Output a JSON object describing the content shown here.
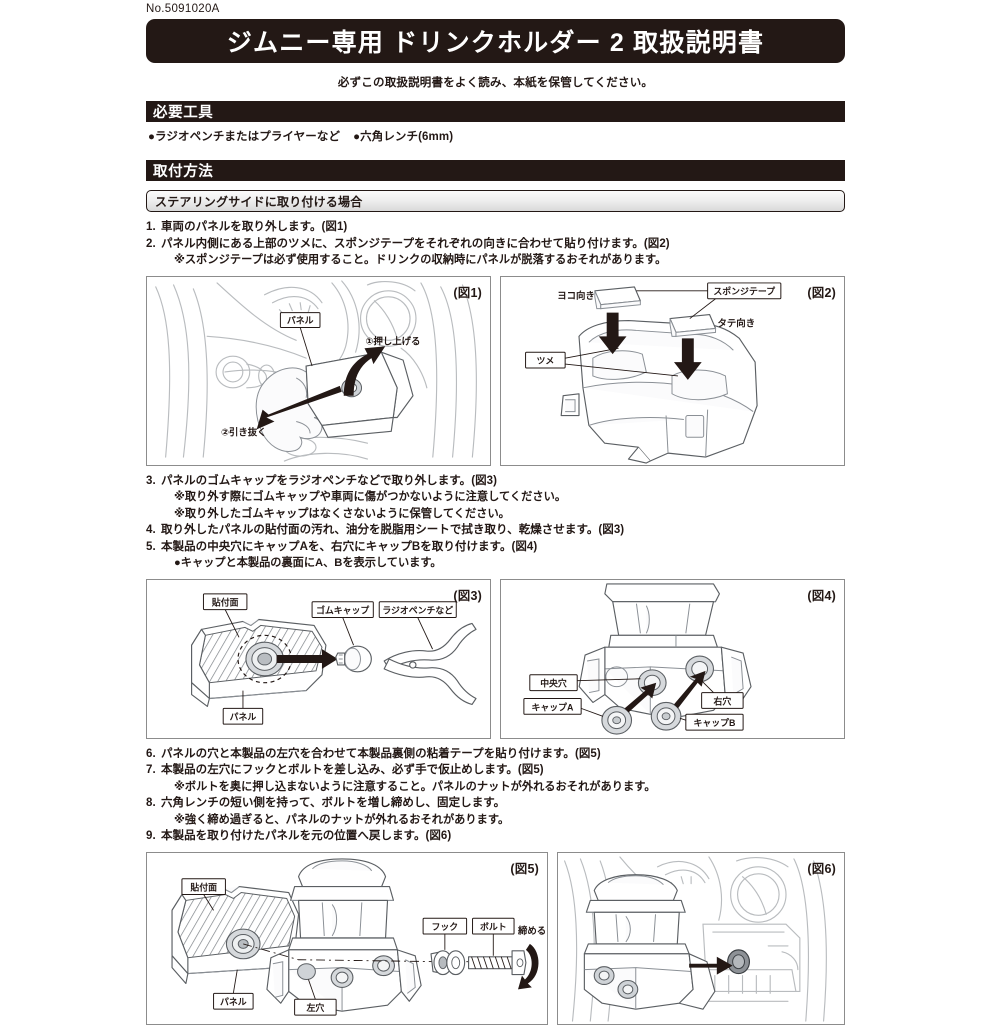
{
  "doc_number": "No.5091020A",
  "title": "ジムニー専用 ドリンクホルダー 2 取扱説明書",
  "subtitle": "必ずこの取扱説明書をよく読み、本紙を保管してください。",
  "sections": {
    "tools": {
      "heading": "必要工具",
      "items": [
        "●ラジオペンチまたはプライヤーなど",
        "●六角レンチ(6mm)"
      ]
    },
    "install": {
      "heading": "取付方法",
      "subsection": "ステアリングサイドに取り付ける場合"
    }
  },
  "steps_group_1": [
    {
      "num": "1.",
      "text": "車両のパネルを取り外します。(図1)",
      "notes": []
    },
    {
      "num": "2.",
      "text": "パネル内側にある上部のツメに、スポンジテープをそれぞれの向きに合わせて貼り付けます。(図2)",
      "notes": [
        "※スポンジテープは必ず使用すること。ドリンクの収納時にパネルが脱落するおそれがあります。"
      ]
    }
  ],
  "steps_group_2": [
    {
      "num": "3.",
      "text": "パネルのゴムキャップをラジオペンチなどで取り外します。(図3)",
      "notes": [
        "※取り外す際にゴムキャップや車両に傷がつかないように注意してください。",
        "※取り外したゴムキャップはなくさないように保管してください。"
      ]
    },
    {
      "num": "4.",
      "text": "取り外したパネルの貼付面の汚れ、油分を脱脂用シートで拭き取り、乾燥させます。(図3)",
      "notes": []
    },
    {
      "num": "5.",
      "text": "本製品の中央穴にキャップAを、右穴にキャップBを取り付けます。(図4)",
      "notes": [
        "●キャップと本製品の裏面にA、Bを表示しています。"
      ]
    }
  ],
  "steps_group_3": [
    {
      "num": "6.",
      "text": "パネルの穴と本製品の左穴を合わせて本製品裏側の粘着テープを貼り付けます。(図5)",
      "notes": []
    },
    {
      "num": "7.",
      "text": "本製品の左穴にフックとボルトを差し込み、必ず手で仮止めします。(図5)",
      "notes": [
        "※ボルトを奥に押し込まないように注意すること。パネルのナットが外れるおそれがあります。"
      ]
    },
    {
      "num": "8.",
      "text": "六角レンチの短い側を持って、ボルトを増し締めし、固定します。",
      "notes": [
        "※強く締め過ぎると、パネルのナットが外れるおそれがあります。"
      ]
    },
    {
      "num": "9.",
      "text": "本製品を取り付けたパネルを元の位置へ戻します。(図6)",
      "notes": []
    }
  ],
  "figures": {
    "fig1": {
      "tag": "(図1)",
      "labels": {
        "panel": "パネル",
        "push_up": "①押し上げる",
        "pull_out": "②引き抜く"
      }
    },
    "fig2": {
      "tag": "(図2)",
      "labels": {
        "sponge_tape": "スポンジテープ",
        "horizontal": "ヨコ向き",
        "vertical": "タテ向き",
        "claw": "ツメ"
      }
    },
    "fig3": {
      "tag": "(図3)",
      "labels": {
        "adhesive_face": "貼付面",
        "panel": "パネル",
        "rubber_cap": "ゴムキャップ",
        "pliers": "ラジオペンチなど"
      }
    },
    "fig4": {
      "tag": "(図4)",
      "labels": {
        "center_hole": "中央穴",
        "right_hole": "右穴",
        "cap_a": "キャップA",
        "cap_b": "キャップB"
      }
    },
    "fig5": {
      "tag": "(図5)",
      "labels": {
        "adhesive_face": "貼付面",
        "panel": "パネル",
        "left_hole": "左穴",
        "hook": "フック",
        "bolt": "ボルト",
        "tighten": "締める"
      }
    },
    "fig6": {
      "tag": "(図6)",
      "labels": {}
    }
  },
  "colors": {
    "ink": "#231815",
    "line_gray": "#5b5f63",
    "car_gray": "#b9bcbf",
    "panel_fill": "#eceef0"
  }
}
